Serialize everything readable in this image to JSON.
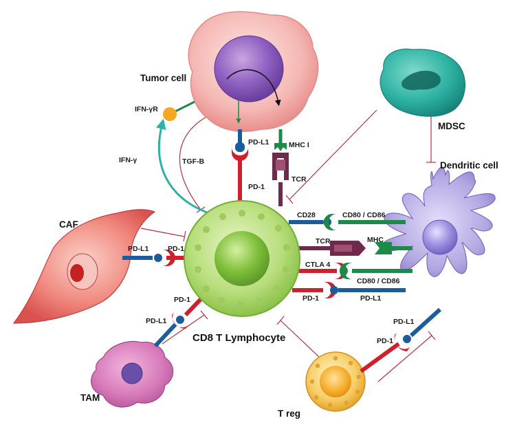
{
  "cells": {
    "tumor": "Tumor cell",
    "mdsc": "MDSC",
    "dendritic": "Dendritic cell",
    "caf": "CAF",
    "cd8": "CD8 T Lymphocyte",
    "tam": "TAM",
    "treg": "T reg"
  },
  "labels": {
    "ifn_gamma_r": "IFN-γR",
    "ifn_gamma": "IFN-γ",
    "tgf_b": "TGF-B",
    "pd_l1": "PD-L1",
    "pd_1": "PD-1",
    "mhc_i": "MHC I",
    "mhc": "MHC",
    "tcr": "TCR",
    "cd28": "CD28",
    "cd80_cd86": "CD80 / CD86",
    "ctla4": "CTLA 4"
  },
  "colors": {
    "pd1": "#d0202e",
    "pdl1": "#1d5c9c",
    "mhc": "#1d8a4a",
    "tcr": "#6e2a4a",
    "inhibit": "#b0303a",
    "ifn_arrow": "#2ab2a6",
    "cd8_cell": "#9acd4a",
    "tumor_cell": "#f3b0b0",
    "dendritic_cell": "#a899d8",
    "mdsc_cell": "#26a89a",
    "caf_cell": "#e85a5a",
    "tam_cell": "#c85a9a",
    "treg_cell": "#f0b43a"
  }
}
